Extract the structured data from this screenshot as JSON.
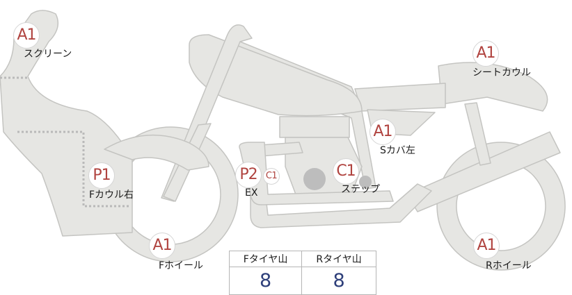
{
  "parts": [
    {
      "key": "screen",
      "grade": "A1",
      "label": "スクリーン"
    },
    {
      "key": "seat_cowl",
      "grade": "A1",
      "label": "シートカウル"
    },
    {
      "key": "side_cover_left",
      "grade": "A1",
      "label": "Sカバ左"
    },
    {
      "key": "front_cowl_right",
      "grade": "P1",
      "label": "Fカウル右"
    },
    {
      "key": "exhaust",
      "grade": "P2",
      "label": "EX"
    },
    {
      "key": "exhaust_extra",
      "grade": "C1",
      "label": ""
    },
    {
      "key": "step",
      "grade": "C1",
      "label": "ステップ"
    },
    {
      "key": "front_wheel",
      "grade": "A1",
      "label": "Fホイール"
    },
    {
      "key": "rear_wheel",
      "grade": "A1",
      "label": "Rホイール"
    }
  ],
  "tire_tread": {
    "front_label": "Fタイヤ山",
    "front_value": "8",
    "rear_label": "Rタイヤ山",
    "rear_value": "8"
  },
  "colors": {
    "body_fill": "#e6e6e3",
    "body_stroke": "#c4c4c1",
    "grade_text": "#b0433f",
    "tread_value": "#2e3f7a",
    "damage_marker": "#bdbdbd"
  }
}
